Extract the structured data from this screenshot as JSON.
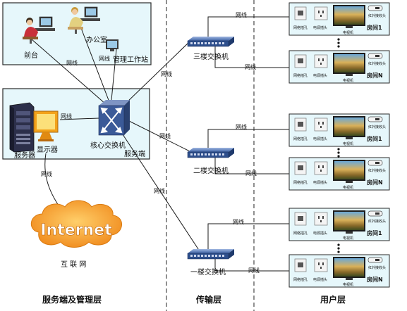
{
  "labels": {
    "reception": "前台",
    "office": "办公室",
    "mgmt_workstation": "管理工作站",
    "server": "服务器",
    "monitor": "显示器",
    "core_switch": "核心交换机",
    "server_side": "服务端",
    "internet": "Internet",
    "internet_cn": "互 联 网",
    "layer_server_mgmt": "服务端及管理层",
    "layer_transport": "传输层",
    "layer_user": "用户层",
    "switch_floor3": "三楼交换机",
    "switch_floor2": "二楼交换机",
    "switch_floor1": "一楼交换机"
  },
  "cable_label": "网线",
  "room_labels": {
    "net_socket": "网络插孔",
    "power_socket": "电源插头",
    "tv": "电视机",
    "ir_receiver": "红外接收头",
    "room_first": "房间1",
    "room_last": "房间N"
  },
  "colors": {
    "panel_fill": "#e6f7fb",
    "panel_border": "#2a2a2a",
    "cable": "#1a1a1a",
    "internet_cloud": "#f08a1c",
    "switch_blue": "#2d4e8c"
  }
}
